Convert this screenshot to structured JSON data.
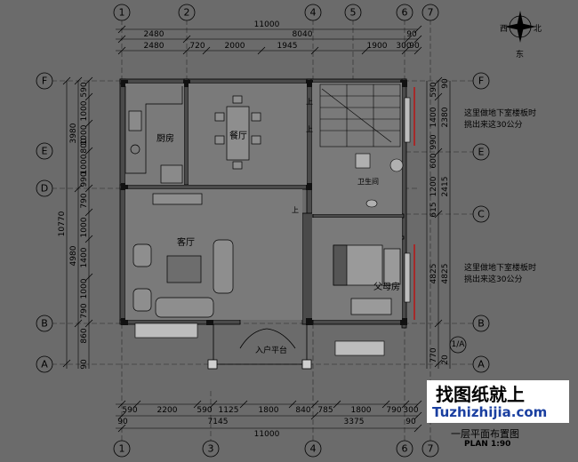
{
  "grid": {
    "cols_top": [
      {
        "id": "col-1-top",
        "label": "1"
      },
      {
        "id": "col-2-top",
        "label": "2"
      },
      {
        "id": "col-4-top",
        "label": "4"
      },
      {
        "id": "col-5-top",
        "label": "5"
      },
      {
        "id": "col-6-top",
        "label": "6"
      },
      {
        "id": "col-7-top",
        "label": "7"
      }
    ],
    "cols_bottom": [
      {
        "id": "col-1-bottom",
        "label": "1"
      },
      {
        "id": "col-3-bottom",
        "label": "3"
      },
      {
        "id": "col-4-bottom",
        "label": "4"
      },
      {
        "id": "col-6-bottom",
        "label": "6"
      },
      {
        "id": "col-7-bottom",
        "label": "7"
      }
    ],
    "rows_left": [
      "F",
      "E",
      "D",
      "B",
      "A"
    ],
    "rows_right": [
      "F",
      "E",
      "C",
      "B",
      "A"
    ],
    "sub_axis": "1/A"
  },
  "dims_top": {
    "total": "11000",
    "row2": [
      "2480",
      "8040",
      "90"
    ],
    "row3": [
      "2480",
      "720",
      "2000",
      "1945",
      "1900",
      "300",
      "90"
    ]
  },
  "dims_bottom": {
    "row1": [
      "590",
      "2200",
      "590",
      "1125",
      "1800",
      "840",
      "785",
      "1800",
      "790",
      "300"
    ],
    "row2": [
      "90",
      "7145",
      "3375",
      "90"
    ],
    "total": "11000"
  },
  "dims_left": {
    "total": "10770",
    "groups": [
      "3980",
      "4980"
    ],
    "items": [
      "590",
      "1000",
      "1000",
      "800",
      "1000",
      "990",
      "790",
      "1000",
      "1400",
      "1000",
      "790",
      "860",
      "90"
    ]
  },
  "dims_right": {
    "items": [
      "590",
      "1400",
      "990",
      "600",
      "1200",
      "615",
      "4825",
      "770"
    ],
    "group_a": [
      "2380",
      "2415",
      "4825"
    ],
    "top": "90",
    "bottom": "20"
  },
  "rooms": {
    "kitchen": "厨房",
    "dining": "餐厅",
    "living": "客厅",
    "bath": "卫生间",
    "parents_bedroom": "父母房",
    "entrance": "入户平台"
  },
  "stair_marks": {
    "up1": "上",
    "up2": "上",
    "up3": "上"
  },
  "notes": {
    "upper_line1": "这里做地下室楼板时",
    "upper_line2": "挑出来这30公分",
    "lower_line1": "这里做地下室楼板时",
    "lower_line2": "挑出来这30公分"
  },
  "compass": {
    "west": "西",
    "north": "北",
    "east": "东"
  },
  "watermark": {
    "cn": "找图纸就上",
    "url": "Tuzhizhijia.com"
  },
  "title_block": {
    "title": "一层平面布置图",
    "scale": "PLAN 1:90"
  }
}
